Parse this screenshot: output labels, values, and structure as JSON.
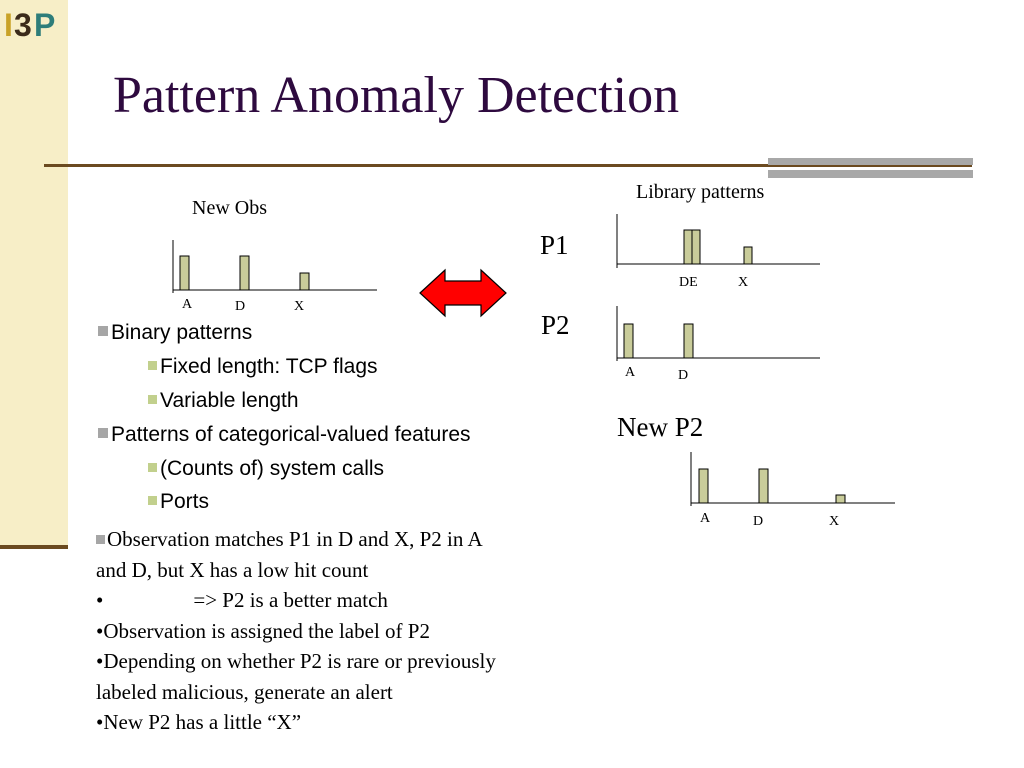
{
  "slide": {
    "logo_text": "I3P",
    "title": "Pattern Anomaly Detection"
  },
  "figure": {
    "new_obs_label": "New Obs",
    "library_label": "Library patterns",
    "p1_label": "P1",
    "p2_label": "P2",
    "new_p2_label": "New P2",
    "new_obs_ticks": [
      "A",
      "D",
      "X"
    ],
    "p1_ticks": [
      "DE",
      "X"
    ],
    "p2_ticks": [
      "A",
      "D"
    ],
    "new_p2_ticks": [
      "A",
      "D",
      "X"
    ]
  },
  "bullets": [
    {
      "level": 1,
      "text": "Binary patterns"
    },
    {
      "level": 2,
      "text": "Fixed length: TCP flags"
    },
    {
      "level": 2,
      "text": "Variable length"
    },
    {
      "level": 1,
      "text": "Patterns of categorical-valued features"
    },
    {
      "level": 2,
      "text": "(Counts of) system calls"
    },
    {
      "level": 2,
      "text": "Ports"
    }
  ],
  "notes": {
    "n1_line1": "Observation matches P1 in D and X, P2 in A",
    "n1_line2": "and D, but X has a low hit count",
    "n2_bullet": "•",
    "n2_text": "=> P2 is a better match",
    "n3": "•Observation is assigned the label of P2",
    "n4_line1": "•Depending on whether P2 is rare or previously",
    "n4_line2": "labeled malicious, generate an alert",
    "n5": "•New P2 has a little “X”"
  },
  "colors": {
    "title": "#2e0a3f",
    "bar_fill": "#c9cc9a",
    "arrow": "#ff0000",
    "side_bar": "#f7eec7",
    "rule": "#6b4a20"
  }
}
